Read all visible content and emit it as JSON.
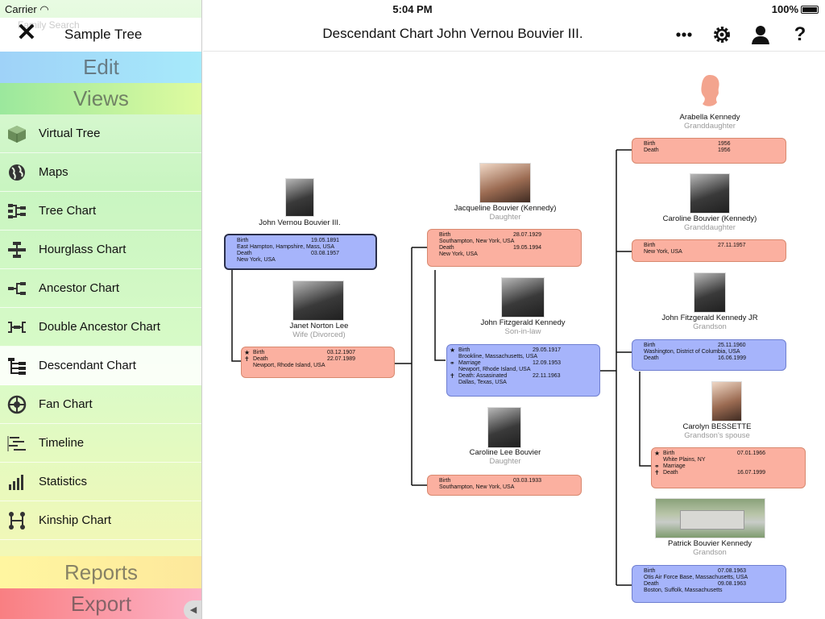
{
  "status": {
    "carrier": "Carrier",
    "time": "5:04 PM",
    "battery": "100%"
  },
  "sidebar": {
    "ghost": "Family Search",
    "tree_name": "Sample Tree",
    "edit": "Edit",
    "views": "Views",
    "reports": "Reports",
    "export": "Export",
    "items": [
      {
        "label": "Virtual Tree",
        "icon": "cube-icon"
      },
      {
        "label": "Maps",
        "icon": "globe-icon"
      },
      {
        "label": "Tree Chart",
        "icon": "tree-chart-icon"
      },
      {
        "label": "Hourglass Chart",
        "icon": "hourglass-chart-icon"
      },
      {
        "label": "Ancestor Chart",
        "icon": "ancestor-chart-icon"
      },
      {
        "label": "Double Ancestor Chart",
        "icon": "double-ancestor-chart-icon"
      },
      {
        "label": "Descendant Chart",
        "icon": "descendant-chart-icon"
      },
      {
        "label": "Fan Chart",
        "icon": "fan-chart-icon"
      },
      {
        "label": "Timeline",
        "icon": "timeline-icon"
      },
      {
        "label": "Statistics",
        "icon": "statistics-icon"
      },
      {
        "label": "Kinship Chart",
        "icon": "kinship-chart-icon"
      }
    ],
    "selected": "Descendant Chart"
  },
  "topbar": {
    "title": "Descendant Chart John Vernou Bouvier III."
  },
  "chart": {
    "persons": [
      {
        "name": "John Vernou Bouvier III.",
        "role": ""
      },
      {
        "name": "Janet Norton Lee",
        "role": "Wife (Divorced)"
      },
      {
        "name": "Jacqueline Bouvier (Kennedy)",
        "role": "Daughter"
      },
      {
        "name": "John Fitzgerald Kennedy",
        "role": "Son-in-law"
      },
      {
        "name": "Caroline Lee Bouvier",
        "role": "Daughter"
      },
      {
        "name": "Arabella Kennedy",
        "role": "Granddaughter"
      },
      {
        "name": "Caroline Bouvier (Kennedy)",
        "role": "Granddaughter"
      },
      {
        "name": "John Fitzgerald Kennedy JR",
        "role": "Grandson"
      },
      {
        "name": "Carolyn BESSETTE",
        "role": "Grandson's spouse"
      },
      {
        "name": "Patrick Bouvier Kennedy",
        "role": "Grandson"
      }
    ],
    "boxes": [
      {
        "events": [
          {
            "k": "Birth",
            "d": "19.05.1891",
            "p": "East Hampton, Hampshire, Mass, USA"
          },
          {
            "k": "Death",
            "d": "03.08.1957",
            "p": "New York, USA"
          }
        ]
      },
      {
        "events": [
          {
            "k": "Birth",
            "d": "03.12.1907",
            "p": ""
          },
          {
            "k": "Death",
            "d": "22.07.1989",
            "p": "Newport, Rhode Island, USA"
          }
        ]
      },
      {
        "events": [
          {
            "k": "Birth",
            "d": "28.07.1929",
            "p": "Southampton, New York, USA"
          },
          {
            "k": "Death",
            "d": "19.05.1994",
            "p": "New York, USA"
          }
        ]
      },
      {
        "events": [
          {
            "k": "Birth",
            "d": "29.05.1917",
            "p": "Brookline, Massachusetts, USA"
          },
          {
            "k": "Marriage",
            "d": "12.09.1953",
            "p": "Newport, Rhode Island, USA"
          },
          {
            "k": "Death: Assasinated",
            "d": "22.11.1963",
            "p": "Dallas, Texas, USA"
          }
        ]
      },
      {
        "events": [
          {
            "k": "Birth",
            "d": "03.03.1933",
            "p": "Southampton, New York, USA"
          }
        ]
      },
      {
        "events": [
          {
            "k": "Birth",
            "d": "1956",
            "p": ""
          },
          {
            "k": "Death",
            "d": "1956",
            "p": ""
          }
        ]
      },
      {
        "events": [
          {
            "k": "Birth",
            "d": "27.11.1957",
            "p": "New York, USA"
          }
        ]
      },
      {
        "events": [
          {
            "k": "Birth",
            "d": "25.11.1960",
            "p": "Washington, District of Columbia, USA"
          },
          {
            "k": "Death",
            "d": "16.06.1999",
            "p": ""
          }
        ]
      },
      {
        "events": [
          {
            "k": "Birth",
            "d": "07.01.1966",
            "p": "White Plains, NY"
          },
          {
            "k": "Marriage",
            "d": "",
            "p": ""
          },
          {
            "k": "Death",
            "d": "16.07.1999",
            "p": ""
          }
        ]
      },
      {
        "events": [
          {
            "k": "Birth",
            "d": "07.08.1963",
            "p": "Otis Air Force Base, Massachusetts, USA"
          },
          {
            "k": "Death",
            "d": "09.08.1963",
            "p": "Boston, Suffolk, Massachusetts"
          }
        ]
      }
    ]
  },
  "colors": {
    "female": "#fbb0a0",
    "male": "#a6b4fb"
  }
}
